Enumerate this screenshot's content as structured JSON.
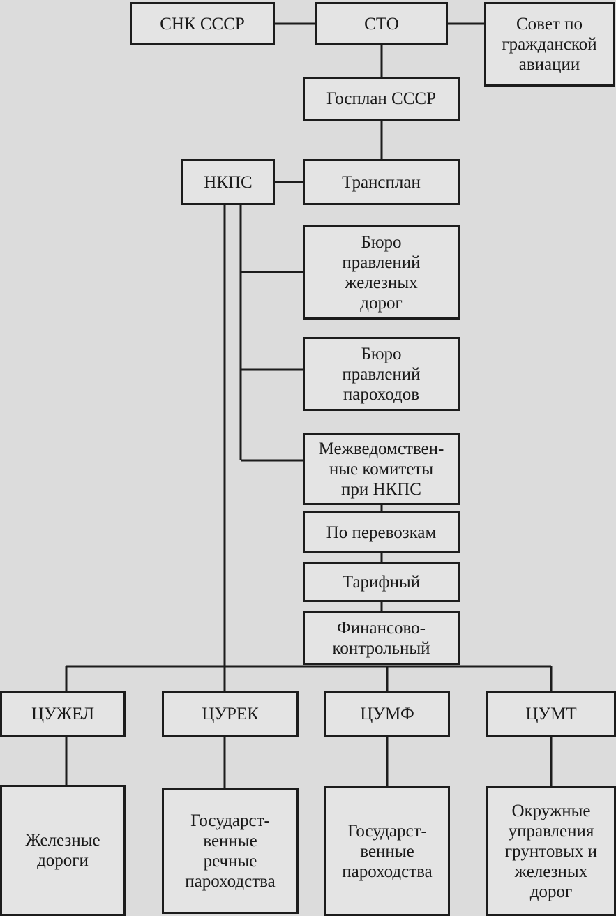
{
  "diagram": {
    "colors": {
      "line": "#1c1c1c",
      "box_fill": "#e4e4e4",
      "background": "#dcdcdc"
    },
    "nodes": {
      "snk": "СНК СССР",
      "sto": "СТО",
      "sovet": "Совет по\nгражданской\nавиации",
      "gosplan": "Госплан СССР",
      "nkps": "НКПС",
      "transplan": "Трансплан",
      "buro_zd": "Бюро\nправлений\nжелезных\nдорог",
      "buro_par": "Бюро\nправлений\nпароходов",
      "mezhved": "Межведомствен-\nные комитеты\nпри НКПС",
      "perevozki": "По перевозкам",
      "tarif": "Тарифный",
      "fin": "Финансово-\nконтрольный",
      "tsuzhel": "ЦУЖЕЛ",
      "tsurek": "ЦУРЕК",
      "tsumf": "ЦУМФ",
      "tsumt": "ЦУМТ",
      "zhd": "Железные\nдороги",
      "rech": "Государст-\nвенные\nречные\nпароходства",
      "parokh": "Государст-\nвенные\nпароходства",
      "okr": "Окружные\nуправления\nгрунтовых и\nжелезных\nдорог"
    }
  }
}
